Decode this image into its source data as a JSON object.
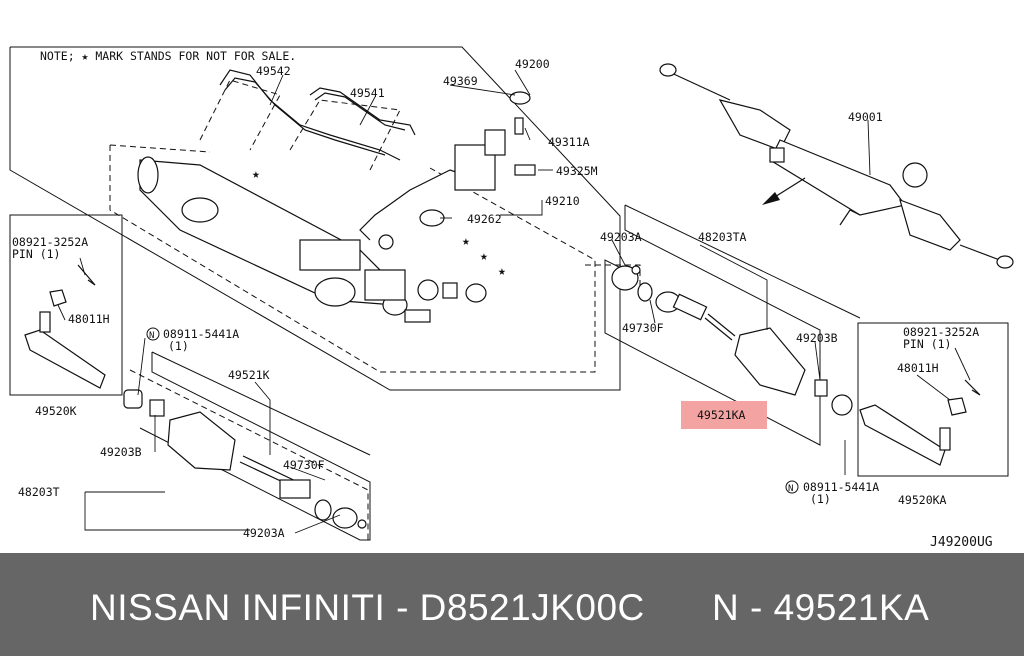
{
  "diagram": {
    "note": "NOTE; ★ MARK STANDS FOR NOT FOR SALE.",
    "diagram_code": "J49200UG",
    "labels": {
      "p49200": "49200",
      "p49542": "49542",
      "p49541": "49541",
      "p49369": "49369",
      "p49311A": "49311A",
      "p49325M": "49325M",
      "p49210": "49210",
      "p49262": "49262",
      "p49001": "49001",
      "p49203A_r": "49203A",
      "p48203TA": "48203TA",
      "p49730F_r": "49730F",
      "p49203B_r": "49203B",
      "p49521KA": "49521KA",
      "p08921_r": "08921-3252A",
      "pin_r": "PIN (1)",
      "p48011H_r": "48011H",
      "p08911_r": "08911-5441A",
      "qty_r": "(1)",
      "p49520KA": "49520KA",
      "p08921_l": "08921-3252A",
      "pin_l": "PIN (1)",
      "p48011H_l": "48011H",
      "p49520K": "49520K",
      "p08911_l": "08911-5441A",
      "qty_l": "(1)",
      "p49521K": "49521K",
      "p49203B_l": "49203B",
      "p49730F_l": "49730F",
      "p48203T": "48203T",
      "p49203A_l": "49203A"
    },
    "highlight_color": "#f4a3a3",
    "star_icon": "star-icon"
  },
  "footer": {
    "left_text": "NISSAN  INFINITI - D8521JK00C",
    "right_text": "N - 49521KA",
    "bg_color": "#666666"
  }
}
